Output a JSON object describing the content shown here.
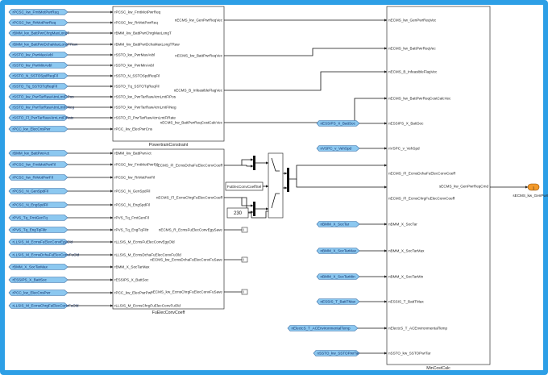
{
  "blocks": {
    "powertrain": {
      "title": "PowertrainConstraint",
      "inputs": [
        "rPCSC_kw_FrntMotPwrReq",
        "rPCSC_kw_RrMotPwrReq",
        "rBMM_kw_BattPwrChrgMaxLongT",
        "rBMM_kw_BattPwrDchaMaxLongTRaw",
        "rSSTO_kw_PwrMaxAvbl",
        "rSSTO_kw_PwrMinAvbl",
        "rSSTO_N_SSTOSpdReqFil",
        "rSSTO_Tq_SSTOTqReqFil",
        "rSSTO_kw_PwrTarRawAtrnLmtFiPos",
        "rSSTO_kw_PwrTarRawAtrnLmtFiNeg",
        "rSSTO_Fl_PwrTarRawAtrnLmtFiRate",
        "rPCC_kw_ElecPwrCns"
      ],
      "outputs": [
        "nECMS_kw_GenPwrReqVec",
        "nECMS_kw_BattPwrReqVec",
        "nECMS_B_InfeasibleFlagVec",
        "nECMS_kw_BattPwrReqCostCalcVec"
      ]
    },
    "fuelcoeff": {
      "title": "FuElecConvCoeff",
      "inputs": [
        "rBMM_kw_BattPwrAct",
        "rPCSC_kw_FrntMotPwrFil",
        "rPCSC_kw_RrMotPwrFil",
        "rPCSC_N_GenSpdFil",
        "rPCSC_N_EngSpdFil",
        "rPVS_Tq_FrntGenFil",
        "rPVS_Tq_EngTqFiltr",
        "rLLSIS_M_EcmsFuElecConvEgyOld",
        "rLLSIS_M_EcmsDchaFuElecConvFuOld",
        "rBMM_X_SocTarMax",
        "rESSIPS_X_BattSoc",
        "rPCC_kw_ElecPwrPwr",
        "rLLSIS_M_EcmsChrgFuElecConvFuOld"
      ],
      "outputs": [
        "nECMS_Fl_EcmsDchaFuElecConvCoeff",
        "nECMS_Fl_EcmsChrgFuElecConvCoeff",
        "nECMS_R_EcmsFuElecConvEgySave",
        "nECMS_kw_EcmsDchaFuElecConvFuSave",
        "nECMS_kw_EcmsChrgFuElecConvFuSave"
      ]
    },
    "mincost": {
      "title": "MinCostCalc",
      "inputs": [
        "nECMS_kw_GenPwrReqVec",
        "nECMS_kw_BattPwrReqVec",
        "nECMS_B_InfeasibleFlagVec",
        "nECMS_kw_BattPwrReqCostCalcVec",
        "nESSIPS_X_BattSoc",
        "nVSPC_v_VehSpd",
        "nECMS_Fl_EcmsDchaFuElecConvCoeff",
        "nECMS_Fl_EcmsChrgFuElecConvCoeff",
        "nBMM_X_SocTar",
        "nBMM_X_SocTarMax",
        "nBMM_X_SocTarMin",
        "nESSIS_T_BattTMax",
        "nElectcS_T_ACEnvironmentalTemp",
        "nSSTO_kw_SSTOPwrTar"
      ],
      "output": "sECMS_kw_GenPwrReqCmd"
    }
  },
  "left_tags_top": [
    "rPCSC_kw_FrntMotPwrReq",
    "rPCSC_kw_RrMotPwrReq",
    "rBMM_kw_BattPwrChrgMaxLongT",
    "rBMM_kw_BattPwrDchaMaxLongTRaw",
    "rSSTO_kw_PwrMaxAvbl",
    "rSSTO_kw_PwrMinAvbl",
    "rSSTO_N_SSTOSpdReqFil",
    "rSSTO_Tq_SSTOTqReqFil",
    "rSSTO_kw_PwrTarRawAtrnLmtFiPos",
    "rSSTO_kw_PwrTarRawAtrnLmtFiNeg",
    "rSSTO_Fl_PwrTarRawAtrnLmtFiRate",
    "rPCC_kw_ElecCnsPwr"
  ],
  "left_tags_bottom": [
    "rBMM_kw_BattPwrAct",
    "rPCSC_kw_FrntMotPwrFil",
    "rPCSC_kw_RrMotPwrFil",
    "rPCSC_N_GenSpdFil",
    "rPCSC_N_EngSpdFil",
    "rPVS_Tq_FrntGenTq",
    "rPVS_Tq_EngTqFiltr",
    "rLLSIS_M_EcmsFuElecConvEgyOld",
    "rLLSIS_M_EcmsDchaFuElecConvFuOld",
    "rBMM_X_SocTarMax",
    "rESSIPS_X_BattSoc",
    "rPCC_kw_ElecCnsPwr",
    "rLLSIS_M_EcmsChrgFuElecConvFuOld"
  ],
  "right_tags": [
    "nESSIPS_X_BattSoc",
    "nVSPC_v_VehSpd",
    "nBMM_X_SocTar",
    "nBMM_X_SocTarMax",
    "nBMM_X_SocTarMin",
    "nESSIS_T_BattTMax",
    "nElectcS_T_ACEnvironmentalTemp",
    "nSSTO_kw_SSTOPwrTar"
  ],
  "constants": {
    "const_block_label": "FuElecConvCoeffSel",
    "const_value": "230"
  },
  "output_port": {
    "number": "1",
    "label": "sECMS_kw_GenPwrReq"
  },
  "colors": {
    "tag_fill": "#8cc8f0",
    "tag_stroke": "#3a6ea5",
    "frame": "#2d9fe6",
    "port_fill": "#f39a2b"
  }
}
